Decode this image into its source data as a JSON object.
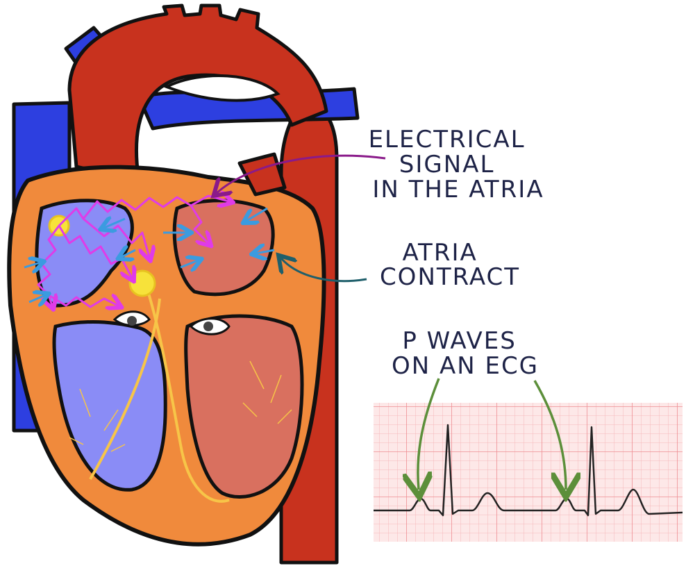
{
  "labels": {
    "electrical": [
      "ELECTRICAL",
      "SIGNAL",
      "IN THE ATRIA"
    ],
    "atria": [
      "ATRIA",
      "CONTRACT"
    ],
    "pwaves": [
      "P WAVES",
      "ON AN ECG"
    ]
  },
  "colors": {
    "oxygenated": "#c8321e",
    "deoxygenated": "#2d3fe0",
    "muscle": "#f08a3c",
    "right_chamber": "#8a8cf6",
    "left_chamber": "#d9705f",
    "conduction": "#f7c548",
    "signal": "#e03be8",
    "contraction_arrow": "#3b9be0",
    "ecg_grid": "#f3a5a8",
    "ecg_background": "#fbe4e4",
    "pointer_green": "#5c8f3a",
    "pointer_purple": "#8a1a8a",
    "pointer_teal": "#1f5f6b"
  }
}
